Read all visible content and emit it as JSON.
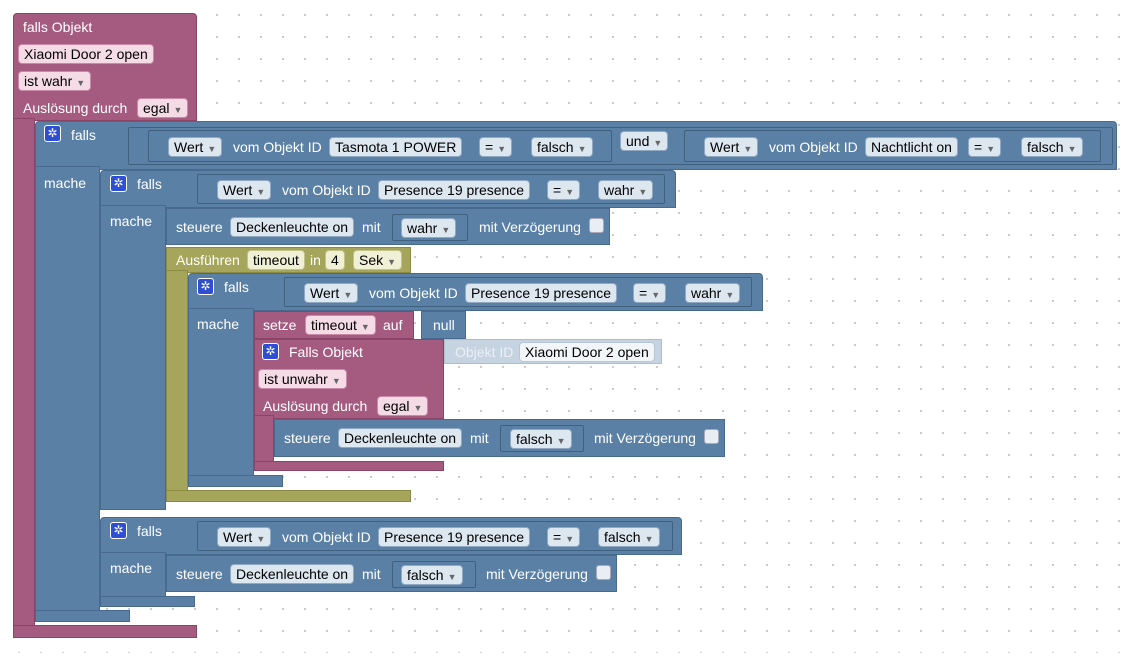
{
  "root": {
    "title": "falls Objekt",
    "object": "Xiaomi Door 2 open",
    "condition": "ist wahr",
    "trigger_label": "Auslösung durch",
    "trigger_value": "egal"
  },
  "if1": {
    "falls": "falls",
    "mache": "mache",
    "left": {
      "value": "Wert",
      "of_object": "vom Objekt ID",
      "object": "Tasmota 1 POWER",
      "op": "=",
      "compare": "falsch"
    },
    "and": "und",
    "right": {
      "value": "Wert",
      "of_object": "vom Objekt ID",
      "object": "Nachtlicht on",
      "op": "=",
      "compare": "falsch"
    }
  },
  "if2": {
    "falls": "falls",
    "mache": "mache",
    "cond": {
      "value": "Wert",
      "of_object": "vom Objekt ID",
      "object": "Presence 19 presence",
      "op": "=",
      "compare": "wahr"
    },
    "control": {
      "steuere": "steuere",
      "object": "Deckenleuchte on",
      "with": "mit",
      "value": "wahr",
      "delay": "mit Verzögerung"
    }
  },
  "timeout": {
    "run": "Ausführen",
    "name": "timeout",
    "in": "in",
    "amount": "4",
    "unit": "Sek"
  },
  "if3": {
    "falls": "falls",
    "mache": "mache",
    "cond": {
      "value": "Wert",
      "of_object": "vom Objekt ID",
      "object": "Presence 19 presence",
      "op": "=",
      "compare": "wahr"
    },
    "set": {
      "setze": "setze",
      "var": "timeout",
      "auf": "auf",
      "value": "null"
    }
  },
  "inner_trigger": {
    "title": "Falls Objekt",
    "object_label": "Objekt ID",
    "object": "Xiaomi Door 2 open",
    "condition": "ist unwahr",
    "trigger_label": "Auslösung durch",
    "trigger_value": "egal",
    "control": {
      "steuere": "steuere",
      "object": "Deckenleuchte on",
      "with": "mit",
      "value": "falsch",
      "delay": "mit Verzögerung"
    }
  },
  "if4": {
    "falls": "falls",
    "mache": "mache",
    "cond": {
      "value": "Wert",
      "of_object": "vom Objekt ID",
      "object": "Presence 19 presence",
      "op": "=",
      "compare": "falsch"
    },
    "control": {
      "steuere": "steuere",
      "object": "Deckenleuchte on",
      "with": "mit",
      "value": "falsch",
      "delay": "mit Verzögerung"
    }
  },
  "icons": {
    "gear": "gear-icon",
    "dropdown": "dropdown-arrow-icon",
    "checkbox": "checkbox-icon"
  },
  "colors": {
    "trigger": "#a55b80",
    "logic": "#5b80a5",
    "timeout": "#a5a55b",
    "object_id": "#c6d3e0"
  }
}
